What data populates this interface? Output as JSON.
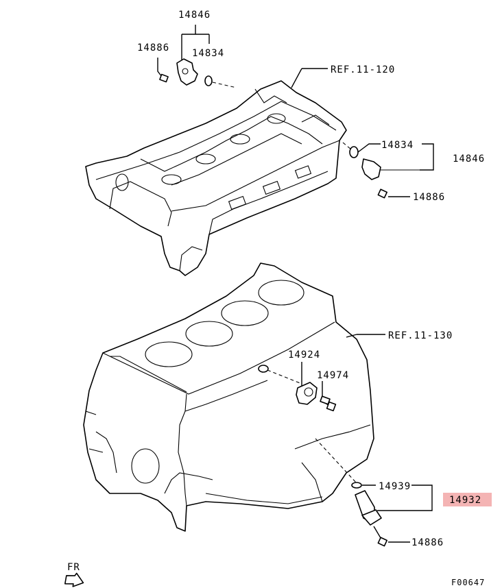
{
  "labels": {
    "top_14846": "14846",
    "top_14886": "14886",
    "top_14834": "14834",
    "ref_head": "REF.11-120",
    "right_14834": "14834",
    "right_14846": "14846",
    "right_14886": "14886",
    "ref_block": "REF.11-130",
    "knock_14924": "14924",
    "bolt_14974": "14974",
    "seal_14939": "14939",
    "sensor_14932": "14932",
    "bottom_14886": "14886",
    "fr": "FR",
    "figure_code": "F00647"
  },
  "colors": {
    "highlight": "#f4b4b4",
    "ink": "#000000"
  },
  "icons": {
    "front_arrow": "fr-arrow-icon"
  }
}
